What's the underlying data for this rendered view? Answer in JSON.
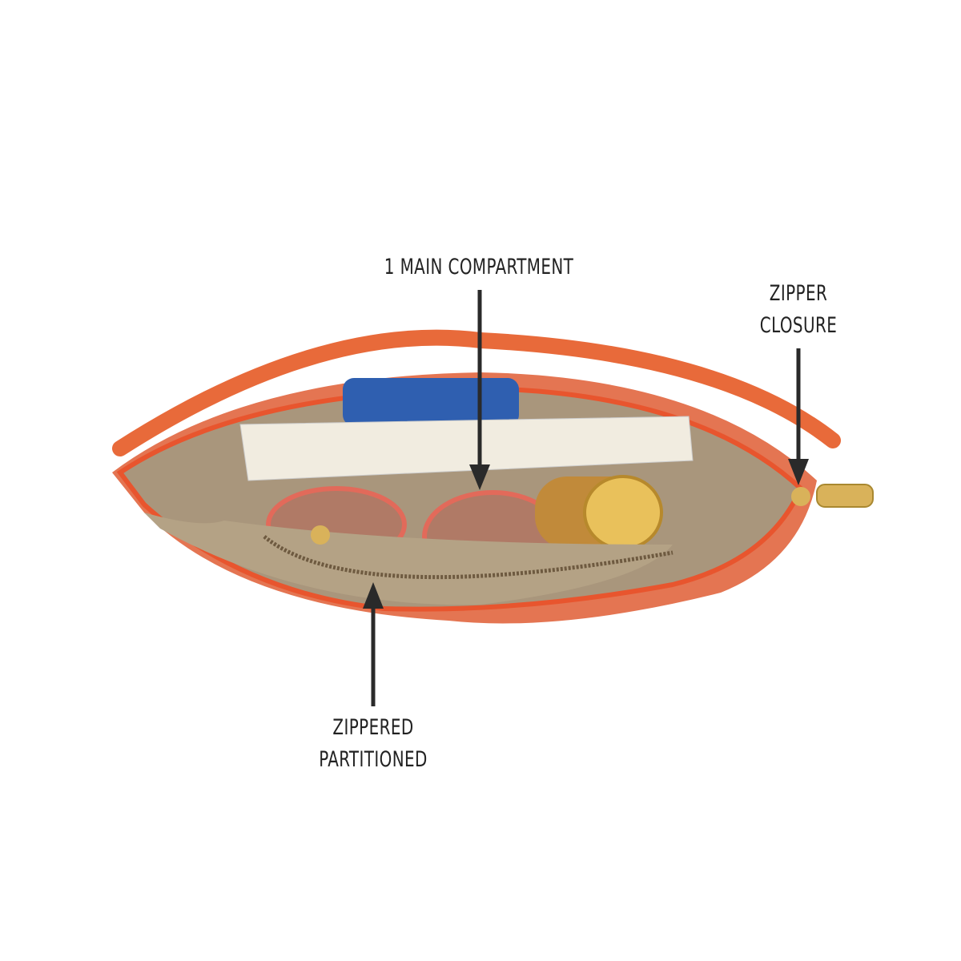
{
  "annotations": {
    "main_compartment": "1 MAIN COMPARTMENT",
    "zipper_closure": [
      "ZIPPER",
      "CLOSURE"
    ],
    "zippered_partitioned": [
      "ZIPPERED",
      "PARTITIONED"
    ]
  },
  "colors": {
    "bag_orange": "#e8683a",
    "lining": "#a89479",
    "arrow": "#2a2a2a",
    "gold": "#d9b25a"
  }
}
